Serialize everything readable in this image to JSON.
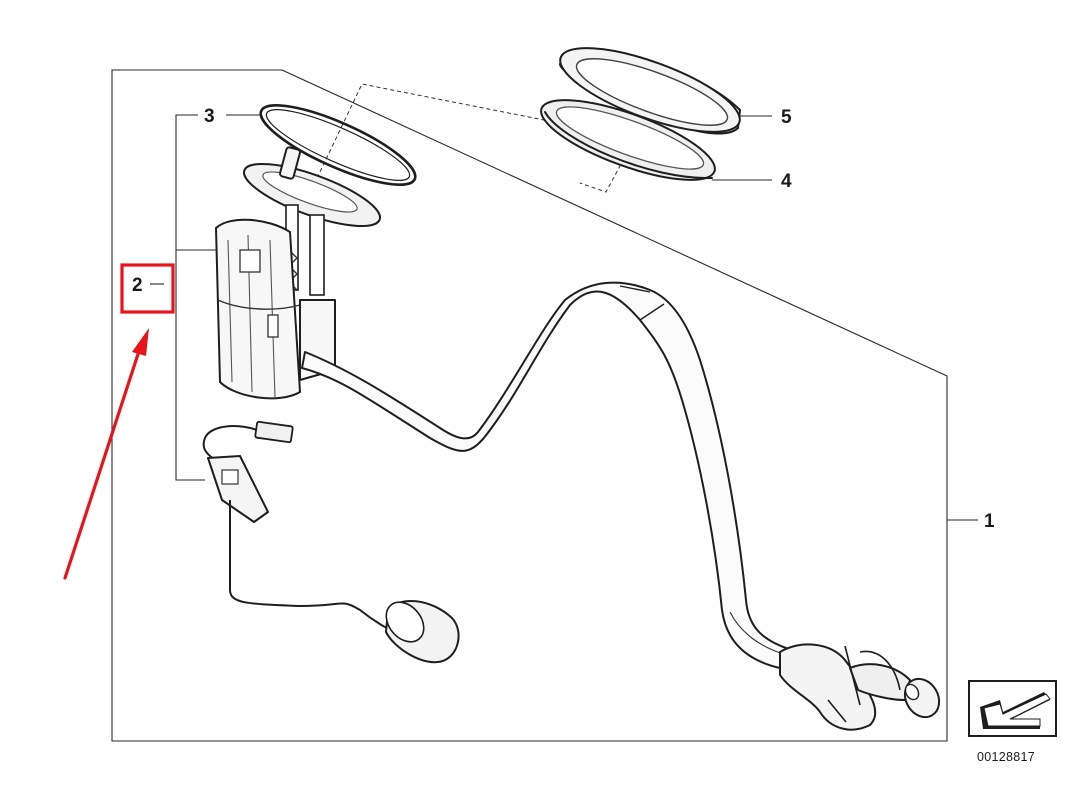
{
  "diagram": {
    "callouts": [
      {
        "id": "1",
        "text": "1"
      },
      {
        "id": "2",
        "text": "2"
      },
      {
        "id": "3",
        "text": "3"
      },
      {
        "id": "4",
        "text": "4"
      },
      {
        "id": "5",
        "text": "5"
      }
    ],
    "reference_number": "00128817",
    "highlight_color": "#e8141b",
    "line_color": "#222222"
  }
}
